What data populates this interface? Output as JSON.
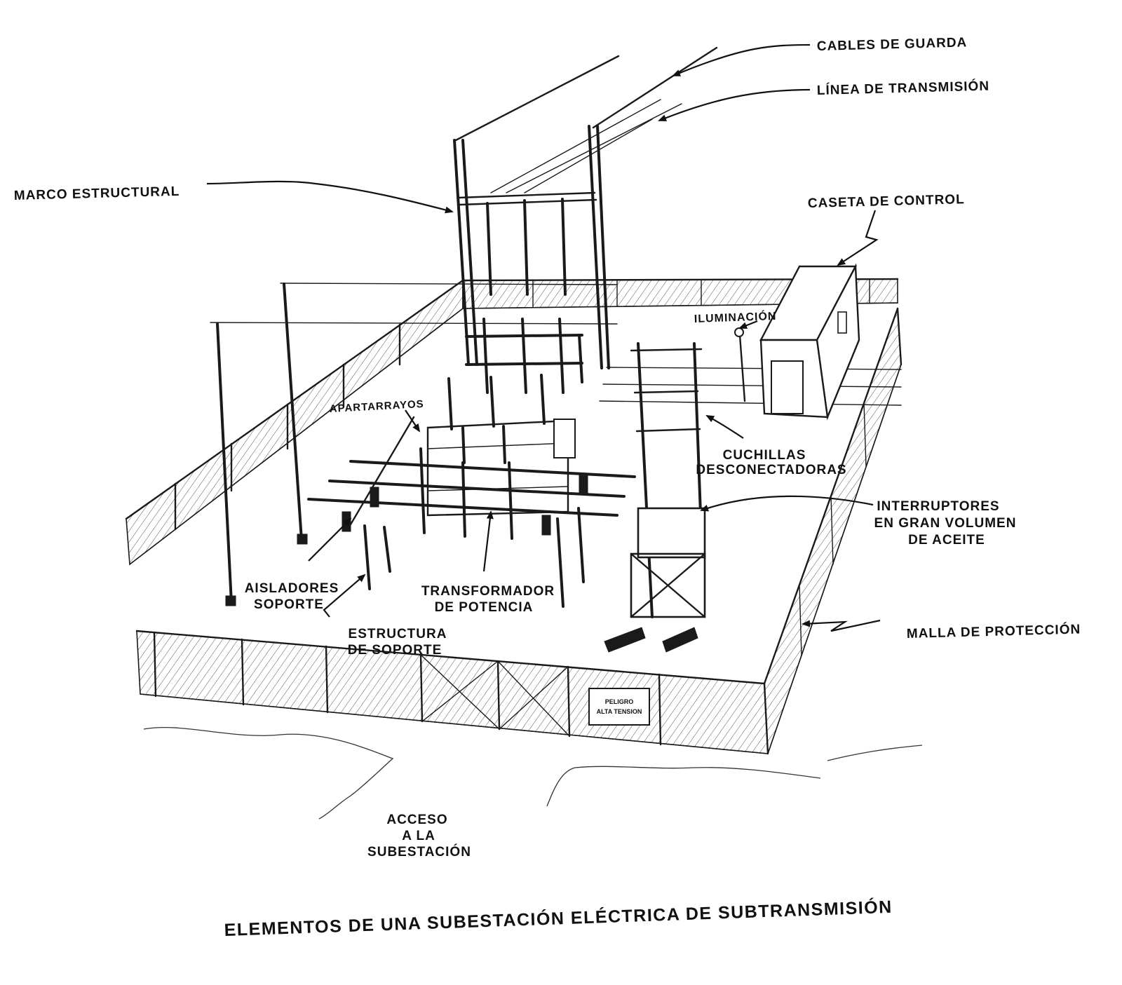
{
  "title": "ELEMENTOS DE UNA SUBESTACIÓN ELÉCTRICA DE SUBTRANSMISIÓN",
  "labels": {
    "cables_guarda": "CABLES DE GUARDA",
    "linea_transmision": "LÍNEA DE TRANSMISIÓN",
    "marco_estructural": "MARCO ESTRUCTURAL",
    "caseta_control": "CASETA DE CONTROL",
    "iluminacion": "ILUMINACIÓN",
    "apartarrayos": "APARTARRAYOS",
    "cuchillas_1": "CUCHILLAS",
    "cuchillas_2": "DESCONECTADORAS",
    "interruptores_1": "INTERRUPTORES",
    "interruptores_2": "EN GRAN VOLUMEN",
    "interruptores_3": "DE ACEITE",
    "aisladores_1": "AISLADORES",
    "aisladores_2": "SOPORTE",
    "transformador_1": "TRANSFORMADOR",
    "transformador_2": "DE POTENCIA",
    "estructura_1": "ESTRUCTURA",
    "estructura_2": "DE SOPORTE",
    "malla": "MALLA DE PROTECCIÓN",
    "acceso_1": "ACCESO",
    "acceso_2": "A LA",
    "acceso_3": "SUBESTACIÓN"
  },
  "sign": {
    "line1": "PELIGRO",
    "line2": "ALTA TENSION"
  },
  "colors": {
    "ink": "#1a1a1a",
    "paper": "#ffffff"
  }
}
